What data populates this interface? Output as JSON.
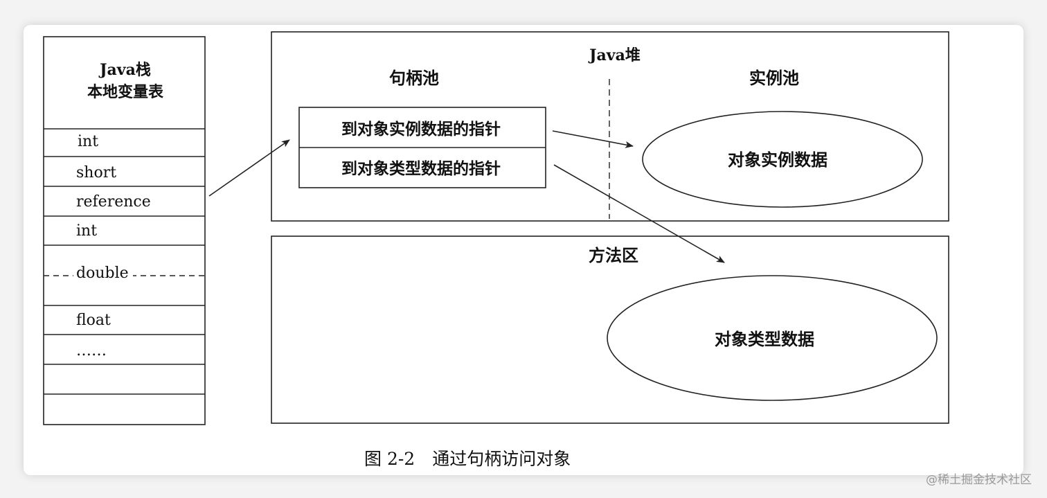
{
  "stack": {
    "title_line1": "Java栈",
    "title_line2": "本地变量表",
    "slots": [
      "int",
      "short",
      "reference",
      "int",
      "double",
      "float",
      "……",
      "",
      ""
    ]
  },
  "heap": {
    "title": "Java堆",
    "handle_pool_label": "句柄池",
    "instance_pool_label": "实例池",
    "handle_rows": [
      "到对象实例数据的指针",
      "到对象类型数据的指针"
    ],
    "instance_data_label": "对象实例数据"
  },
  "method_area": {
    "title": "方法区",
    "type_data_label": "对象类型数据"
  },
  "caption": "图 2-2　通过句柄访问对象",
  "watermark": "@稀土掘金技术社区",
  "colors": {
    "line": "#222222",
    "background": "#ffffff",
    "page": "#f3f3f3"
  }
}
